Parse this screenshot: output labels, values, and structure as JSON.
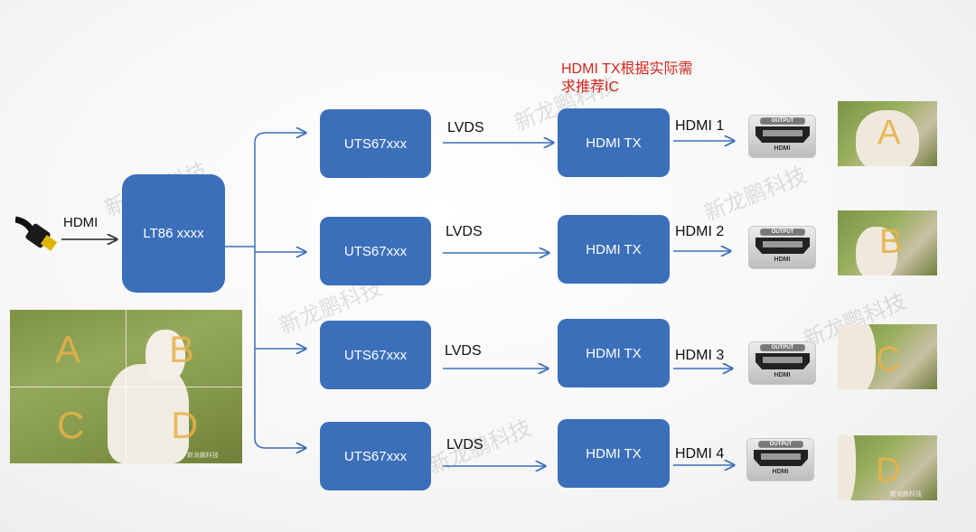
{
  "source": {
    "label": "HDMI",
    "chip": "LT86  xxxx"
  },
  "note": "HDMI TX根据实际需求推荐IC",
  "watermark": "新龙鹏科技",
  "channels": [
    {
      "uts": "UTS67xxx",
      "link": "LVDS",
      "tx": "HDMI TX",
      "out": "HDMI 1",
      "letter": "A"
    },
    {
      "uts": "UTS67xxx",
      "link": "LVDS",
      "tx": "HDMI TX",
      "out": "HDMI 2",
      "letter": "B"
    },
    {
      "uts": "UTS67xxx",
      "link": "LVDS",
      "tx": "HDMI TX",
      "out": "HDMI 3",
      "letter": "C"
    },
    {
      "uts": "UTS67xxx",
      "link": "LVDS",
      "tx": "HDMI TX",
      "out": "HDMI 4",
      "letter": "D"
    }
  ],
  "port": {
    "output": "OUTPUT",
    "hdmi": "HDMI"
  },
  "quadrants": [
    "A",
    "B",
    "C",
    "D"
  ],
  "image_caption": "新龙鹏科技"
}
